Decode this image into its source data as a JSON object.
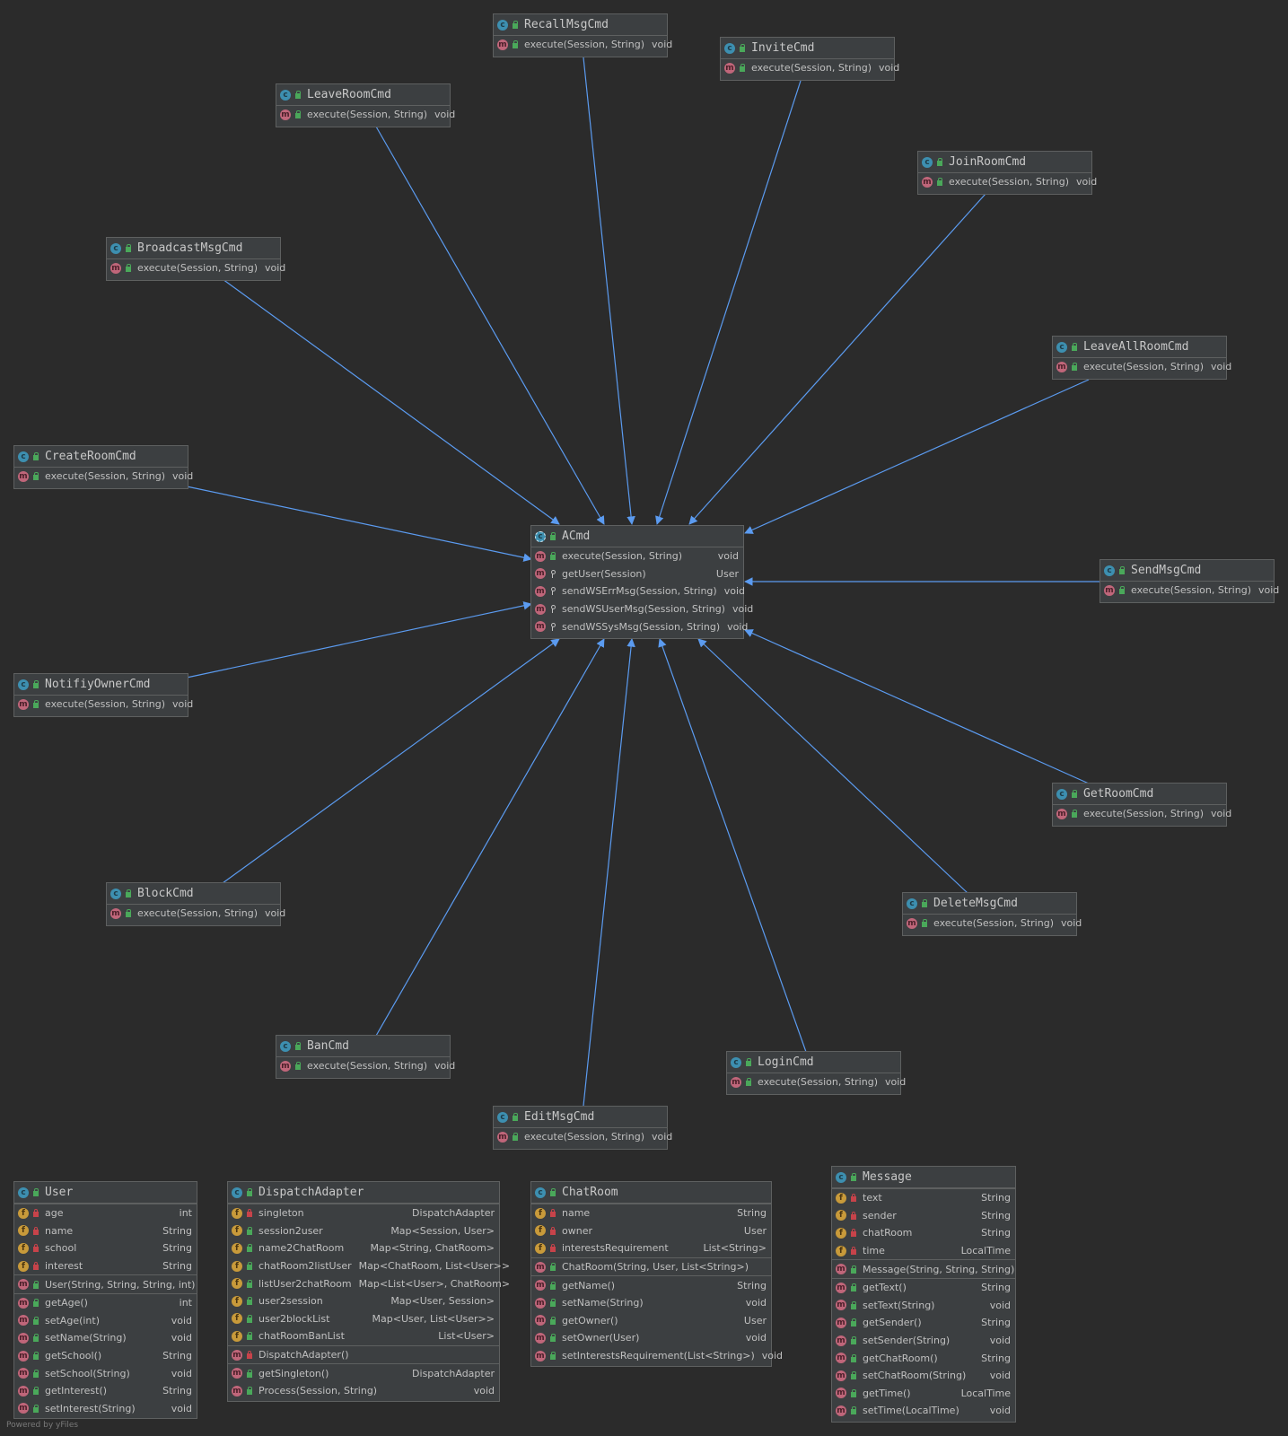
{
  "classes": {
    "RecallMsgCmd": {
      "name": "RecallMsgCmd",
      "method": "execute(Session, String)",
      "type": "void"
    },
    "InviteCmd": {
      "name": "InviteCmd",
      "method": "execute(Session, String)",
      "type": "void"
    },
    "LeaveRoomCmd": {
      "name": "LeaveRoomCmd",
      "method": "execute(Session, String)",
      "type": "void"
    },
    "JoinRoomCmd": {
      "name": "JoinRoomCmd",
      "method": "execute(Session, String)",
      "type": "void"
    },
    "BroadcastMsgCmd": {
      "name": "BroadcastMsgCmd",
      "method": "execute(Session, String)",
      "type": "void"
    },
    "LeaveAllRoomCmd": {
      "name": "LeaveAllRoomCmd",
      "method": "execute(Session, String)",
      "type": "void"
    },
    "CreateRoomCmd": {
      "name": "CreateRoomCmd",
      "method": "execute(Session, String)",
      "type": "void"
    },
    "SendMsgCmd": {
      "name": "SendMsgCmd",
      "method": "execute(Session, String)",
      "type": "void"
    },
    "NotifiyOwnerCmd": {
      "name": "NotifiyOwnerCmd",
      "method": "execute(Session, String)",
      "type": "void"
    },
    "GetRoomCmd": {
      "name": "GetRoomCmd",
      "method": "execute(Session, String)",
      "type": "void"
    },
    "BlockCmd": {
      "name": "BlockCmd",
      "method": "execute(Session, String)",
      "type": "void"
    },
    "DeleteMsgCmd": {
      "name": "DeleteMsgCmd",
      "method": "execute(Session, String)",
      "type": "void"
    },
    "BanCmd": {
      "name": "BanCmd",
      "method": "execute(Session, String)",
      "type": "void"
    },
    "LoginCmd": {
      "name": "LoginCmd",
      "method": "execute(Session, String)",
      "type": "void"
    },
    "EditMsgCmd": {
      "name": "EditMsgCmd",
      "method": "execute(Session, String)",
      "type": "void"
    }
  },
  "acmd": {
    "name": "ACmd",
    "methods": [
      {
        "name": "execute(Session, String)",
        "type": "void"
      },
      {
        "name": "getUser(Session)",
        "type": "User"
      },
      {
        "name": "sendWSErrMsg(Session, String)",
        "type": "void"
      },
      {
        "name": "sendWSUserMsg(Session, String)",
        "type": "void"
      },
      {
        "name": "sendWSSysMsg(Session, String)",
        "type": "void"
      }
    ]
  },
  "user": {
    "name": "User",
    "fields": [
      {
        "name": "age",
        "type": "int"
      },
      {
        "name": "name",
        "type": "String"
      },
      {
        "name": "school",
        "type": "String"
      },
      {
        "name": "interest",
        "type": "String"
      }
    ],
    "constructor": {
      "name": "User(String, String, String, int)",
      "type": ""
    },
    "methods": [
      {
        "name": "getAge()",
        "type": "int"
      },
      {
        "name": "setAge(int)",
        "type": "void"
      },
      {
        "name": "setName(String)",
        "type": "void"
      },
      {
        "name": "getSchool()",
        "type": "String"
      },
      {
        "name": "setSchool(String)",
        "type": "void"
      },
      {
        "name": "getInterest()",
        "type": "String"
      },
      {
        "name": "setInterest(String)",
        "type": "void"
      }
    ]
  },
  "dispatch": {
    "name": "DispatchAdapter",
    "fields": [
      {
        "name": "singleton",
        "type": "DispatchAdapter"
      },
      {
        "name": "session2user",
        "type": "Map<Session, User>"
      },
      {
        "name": "name2ChatRoom",
        "type": "Map<String, ChatRoom>"
      },
      {
        "name": "chatRoom2listUser",
        "type": "Map<ChatRoom, List<User>>"
      },
      {
        "name": "listUser2chatRoom",
        "type": "Map<List<User>, ChatRoom>"
      },
      {
        "name": "user2session",
        "type": "Map<User, Session>"
      },
      {
        "name": "user2blockList",
        "type": "Map<User, List<User>>"
      },
      {
        "name": "chatRoomBanList",
        "type": "List<User>"
      }
    ],
    "constructor": {
      "name": "DispatchAdapter()",
      "type": ""
    },
    "methods": [
      {
        "name": "getSingleton()",
        "type": "DispatchAdapter"
      },
      {
        "name": "Process(Session, String)",
        "type": "void"
      }
    ]
  },
  "chatroom": {
    "name": "ChatRoom",
    "fields": [
      {
        "name": "name",
        "type": "String"
      },
      {
        "name": "owner",
        "type": "User"
      },
      {
        "name": "interestsRequirement",
        "type": "List<String>"
      }
    ],
    "constructor": {
      "name": "ChatRoom(String, User, List<String>)",
      "type": ""
    },
    "methods": [
      {
        "name": "getName()",
        "type": "String"
      },
      {
        "name": "setName(String)",
        "type": "void"
      },
      {
        "name": "getOwner()",
        "type": "User"
      },
      {
        "name": "setOwner(User)",
        "type": "void"
      },
      {
        "name": "setInterestsRequirement(List<String>)",
        "type": "void"
      }
    ]
  },
  "message": {
    "name": "Message",
    "fields": [
      {
        "name": "text",
        "type": "String"
      },
      {
        "name": "sender",
        "type": "String"
      },
      {
        "name": "chatRoom",
        "type": "String"
      },
      {
        "name": "time",
        "type": "LocalTime"
      }
    ],
    "constructor": {
      "name": "Message(String, String, String)",
      "type": ""
    },
    "methods": [
      {
        "name": "getText()",
        "type": "String"
      },
      {
        "name": "setText(String)",
        "type": "void"
      },
      {
        "name": "getSender()",
        "type": "String"
      },
      {
        "name": "setSender(String)",
        "type": "void"
      },
      {
        "name": "getChatRoom()",
        "type": "String"
      },
      {
        "name": "setChatRoom(String)",
        "type": "void"
      },
      {
        "name": "getTime()",
        "type": "LocalTime"
      },
      {
        "name": "setTime(LocalTime)",
        "type": "void"
      }
    ]
  },
  "footer": "Powered by yFiles",
  "colors": {
    "edge": "#5b9bf0",
    "background": "#2b2b2b",
    "box": "#3c3f41"
  },
  "icons": {
    "class": "class-icon",
    "abstract": "abstract-class-icon",
    "method": "method-icon",
    "field": "field-icon"
  }
}
